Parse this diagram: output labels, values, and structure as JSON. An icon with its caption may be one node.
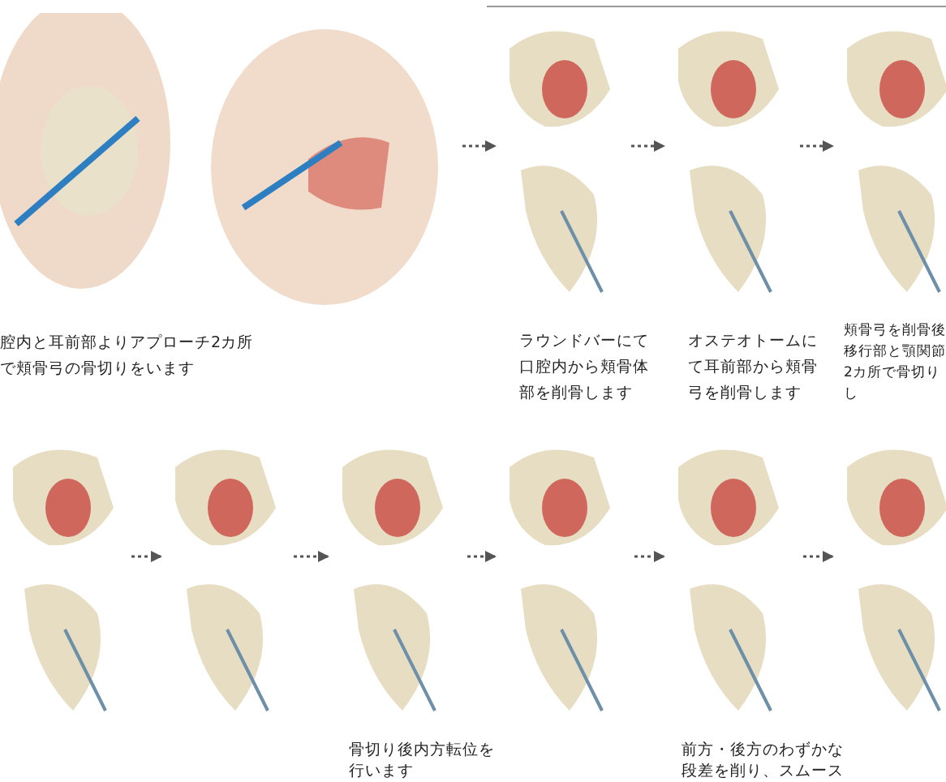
{
  "diagram": {
    "nodes": [
      {
        "text": [],
        "shape": "picture",
        "beside": [
          "腔内と耳前部よりアプローチ2カ所で頬骨弓の骨切りをいます"
        ]
      },
      {
        "text": [],
        "shape": "picture",
        "beside": [
          "ラウンドバーにて口腔内から頬骨体部を削骨します"
        ]
      },
      {
        "text": [],
        "shape": "picture",
        "beside": [
          "オステオトームにて耳前部から頬骨弓を削骨します"
        ]
      },
      {
        "text": [],
        "shape": "picture",
        "beside": [
          "頬骨弓を削骨後移行部と顎関節2カ所で骨切りし"
        ]
      },
      {
        "text": [],
        "shape": "picture"
      },
      {
        "text": [],
        "shape": "picture"
      },
      {
        "text": [],
        "shape": "picture",
        "beside": [
          "骨切り後内方転位を行います"
        ]
      },
      {
        "text": [],
        "shape": "picture"
      },
      {
        "text": [],
        "shape": "picture",
        "beside": [
          "前方・後方のわずかな段差を削り、スムース"
        ]
      },
      {
        "text": [],
        "shape": "picture"
      }
    ],
    "edges": [
      {
        "from": 0,
        "to": 1,
        "arrow": "to",
        "style": "dashed"
      },
      {
        "from": 1,
        "to": 2,
        "arrow": "to",
        "style": "dashed"
      },
      {
        "from": 2,
        "to": 3,
        "arrow": "to",
        "style": "dashed"
      },
      {
        "from": 4,
        "to": 5,
        "arrow": "to",
        "style": "dashed"
      },
      {
        "from": 5,
        "to": 6,
        "arrow": "to",
        "style": "dashed"
      },
      {
        "from": 6,
        "to": 7,
        "arrow": "to",
        "style": "dashed"
      },
      {
        "from": 7,
        "to": 8,
        "arrow": "to",
        "style": "dashed"
      },
      {
        "from": 8,
        "to": 9,
        "arrow": "to",
        "style": "dashed"
      }
    ]
  }
}
